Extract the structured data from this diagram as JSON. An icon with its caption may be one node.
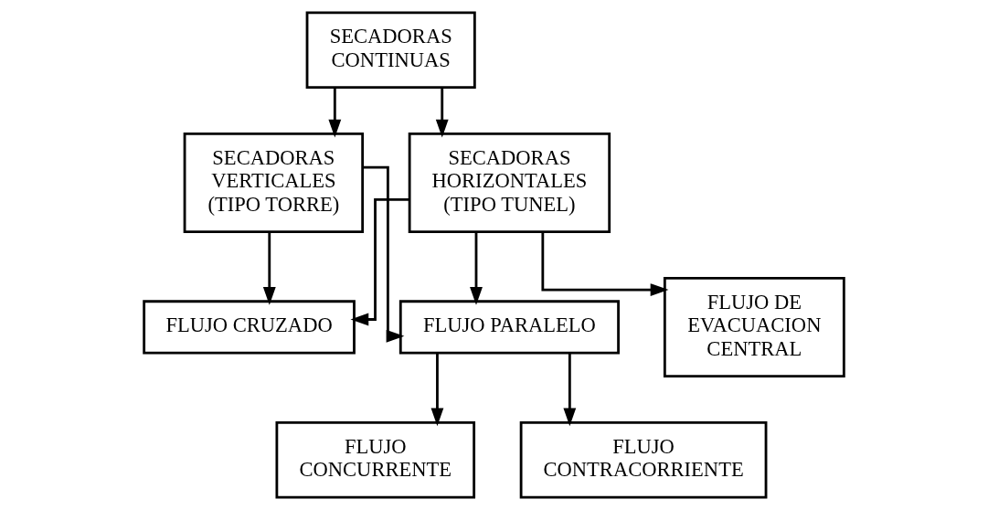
{
  "diagram": {
    "nodes": [
      {
        "text": [
          "SECADORAS CONTINUAS"
        ]
      },
      {
        "text": [
          "SECADORAS VERTICALES (TIPO TORRE)"
        ]
      },
      {
        "text": [
          "SECADORAS HORIZONTALES (TIPO TUNEL)"
        ]
      },
      {
        "text": [
          "FLUJO PARALELO"
        ]
      },
      {
        "text": [
          "FLUJO CRUZADO"
        ]
      },
      {
        "text": [
          "FLUJO DE EVACUACION CENTRAL"
        ]
      },
      {
        "text": [
          "FLUJO CONCURRENTE"
        ]
      },
      {
        "text": [
          "FLUJO CONTRACORRIENTE"
        ]
      }
    ],
    "edges": [
      {
        "from": 0,
        "to": 1,
        "arrow": "to"
      },
      {
        "from": 0,
        "to": 2,
        "arrow": "to"
      },
      {
        "from": 1,
        "to": 3,
        "arrow": "to"
      },
      {
        "from": 1,
        "to": 4,
        "arrow": "to"
      },
      {
        "from": 2,
        "to": 3,
        "arrow": "to"
      },
      {
        "from": 2,
        "to": 4,
        "arrow": "to"
      },
      {
        "from": 2,
        "to": 5,
        "arrow": "to"
      },
      {
        "from": 3,
        "to": 6,
        "arrow": "to"
      },
      {
        "from": 3,
        "to": 7,
        "arrow": "to"
      }
    ]
  }
}
